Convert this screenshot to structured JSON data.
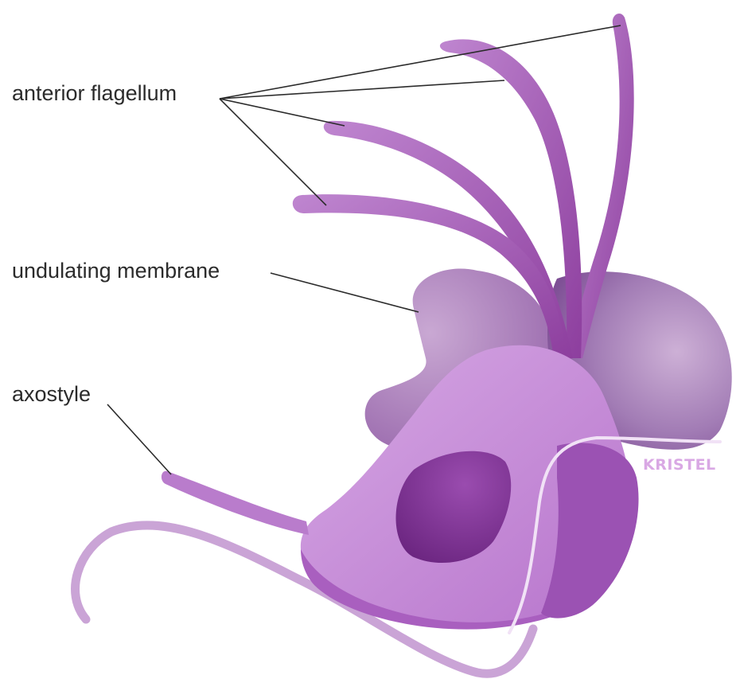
{
  "labels": {
    "anterior_flagellum": "anterior flagellum",
    "undulating_membrane": "undulating membrane",
    "axostyle": "axostyle"
  },
  "signature": "KRISTEL",
  "colors": {
    "background": "#ffffff",
    "leader_line": "#2b2b2b",
    "flagellum": "#b77cc8",
    "flagellum_dark": "#8e3f9e",
    "membrane": "#a57ab6",
    "membrane_light": "#c6a2d0",
    "body": "#c084d4",
    "body_highlight": "#dbb0e6",
    "nucleus": "#7a2f8e",
    "rear_tail": "#caa4d6",
    "signature": "#d9a8e4"
  }
}
